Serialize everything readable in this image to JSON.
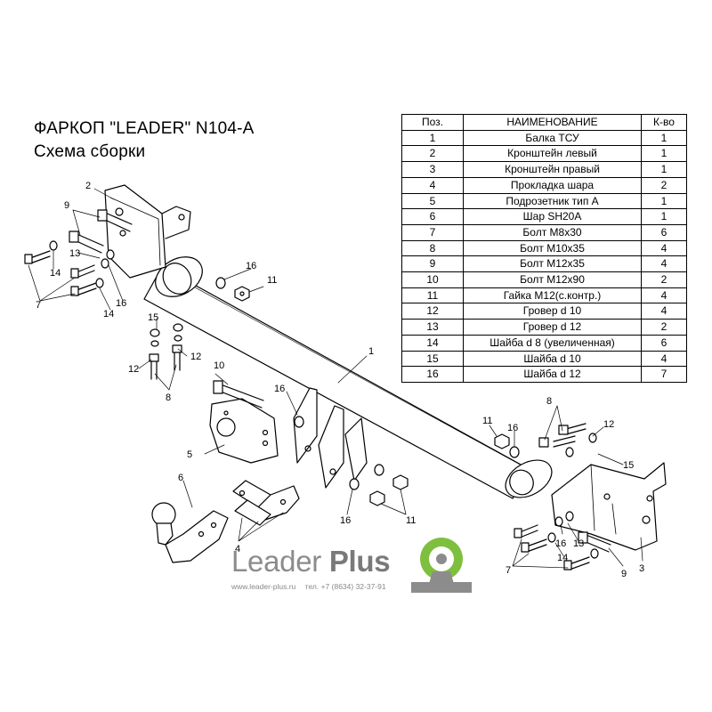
{
  "title": "ФАРКОП \"LEADER\" N104-A",
  "subtitle": "Схема сборки",
  "table": {
    "headers": [
      "Поз.",
      "НАИМЕНОВАНИЕ",
      "К-во"
    ],
    "rows": [
      [
        "1",
        "Балка ТСУ",
        "1"
      ],
      [
        "2",
        "Кронштейн левый",
        "1"
      ],
      [
        "3",
        "Кронштейн правый",
        "1"
      ],
      [
        "4",
        "Прокладка шара",
        "2"
      ],
      [
        "5",
        "Подрозетник тип А",
        "1"
      ],
      [
        "6",
        "Шар  SH20A",
        "1"
      ],
      [
        "7",
        "Болт  M8x30",
        "6"
      ],
      [
        "8",
        "Болт  M10x35",
        "4"
      ],
      [
        "9",
        "Болт  M12x35",
        "4"
      ],
      [
        "10",
        "Болт  M12x90",
        "2"
      ],
      [
        "11",
        "Гайка  M12(с.контр.)",
        "4"
      ],
      [
        "12",
        "Гровер d 10",
        "4"
      ],
      [
        "13",
        "Гровер d 12",
        "2"
      ],
      [
        "14",
        "Шайба  d 8 (увеличенная)",
        "6"
      ],
      [
        "15",
        "Шайба  d 10",
        "4"
      ],
      [
        "16",
        "Шайба  d 12",
        "7"
      ]
    ]
  },
  "callouts": {
    "c1": "1",
    "c2": "2",
    "c3": "3",
    "c4": "4",
    "c5": "5",
    "c6": "6",
    "c7a": "7",
    "c7b": "7",
    "c8a": "8",
    "c8b": "8",
    "c9a": "9",
    "c9b": "9",
    "c10": "10",
    "c11a": "11",
    "c11b": "11",
    "c11c": "11",
    "c12a": "12",
    "c12b": "12",
    "c12c": "12",
    "c13a": "13",
    "c13b": "13",
    "c14a": "14",
    "c14b": "14",
    "c14c": "14",
    "c15a": "15",
    "c15b": "15",
    "c16a": "16",
    "c16b": "16",
    "c16c": "16",
    "c16d": "16",
    "c16e": "16",
    "c16f": "16"
  },
  "logo": {
    "name": "Leader",
    "name_bold": "Plus",
    "url": "www.leader-plus.ru",
    "phone": "тел. +7 (8634) 32-37-91"
  },
  "colors": {
    "logo_green": "#7fbf3f",
    "logo_gray": "#8c8c8c"
  }
}
